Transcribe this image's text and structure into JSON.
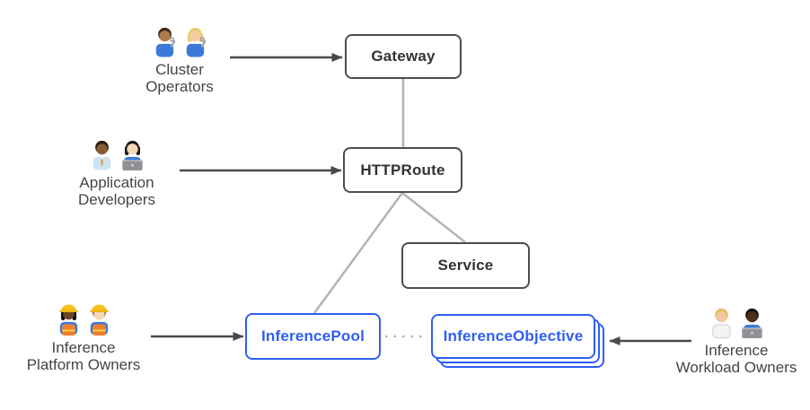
{
  "nodes": {
    "gateway": {
      "label": "Gateway"
    },
    "httproute": {
      "label": "HTTPRoute"
    },
    "service": {
      "label": "Service"
    },
    "inference_pool": {
      "label": "InferencePool"
    },
    "inference_objective": {
      "label": "InferenceObjective",
      "stacked_copies": 3
    }
  },
  "actors": {
    "cluster_operators": {
      "lines": [
        "Cluster",
        "Operators"
      ],
      "people": [
        {
          "name": "man-mechanic-emoji",
          "emoji": "👨🏽‍🔧",
          "type": "mechanic",
          "skin": "#b07a4e",
          "hair": "#3e2a1a",
          "shirt": "#3b7ad9",
          "longHair": false
        },
        {
          "name": "woman-mechanic-emoji",
          "emoji": "👩🏼‍🔧",
          "type": "mechanic",
          "skin": "#f3cda4",
          "hair": "#e9c96f",
          "shirt": "#3b7ad9",
          "longHair": true
        }
      ]
    },
    "application_developers": {
      "lines": [
        "Application",
        "Developers"
      ],
      "people": [
        {
          "name": "man-office-worker-emoji",
          "emoji": "👨🏾‍💼",
          "type": "office",
          "skin": "#8a5a34",
          "hair": "#241a12",
          "shirt": "#cfe2f5",
          "longHair": false
        },
        {
          "name": "woman-technologist-emoji",
          "emoji": "👩🏻‍💻",
          "type": "laptop",
          "skin": "#f6d7b8",
          "hair": "#1f1b1d",
          "shirt": "#3b7ad9",
          "longHair": true
        }
      ]
    },
    "inference_platform_owners": {
      "lines": [
        "Inference",
        "Platform Owners"
      ],
      "people": [
        {
          "name": "woman-construction-worker-emoji",
          "emoji": "👷🏾‍♀️",
          "type": "construction",
          "skin": "#6e4526",
          "hair": "#16100c",
          "shirt": "#3b7ad9",
          "longHair": true
        },
        {
          "name": "man-construction-worker-emoji",
          "emoji": "👷🏻",
          "type": "construction",
          "skin": "#f6d7b8",
          "hair": "#6b4a2b",
          "shirt": "#3b7ad9",
          "longHair": false
        }
      ]
    },
    "inference_workload_owners": {
      "lines": [
        "Inference",
        "Workload Owners"
      ],
      "people": [
        {
          "name": "health-worker-emoji",
          "emoji": "🧑🏼‍⚕️",
          "type": "health",
          "skin": "#f0c9a2",
          "hair": "#e3bf63",
          "shirt": "#f3f3f1",
          "longHair": false
        },
        {
          "name": "man-technologist-emoji",
          "emoji": "👨🏿‍💻",
          "type": "laptop",
          "skin": "#4e2f1a",
          "hair": "#12100f",
          "shirt": "#3b7ad9",
          "longHair": false
        }
      ]
    }
  },
  "edges": [
    {
      "from": "cluster_operators",
      "to": "gateway",
      "style": "arrow"
    },
    {
      "from": "application_developers",
      "to": "httproute",
      "style": "arrow"
    },
    {
      "from": "inference_platform_owners",
      "to": "inference_pool",
      "style": "arrow"
    },
    {
      "from": "inference_workload_owners",
      "to": "inference_objective",
      "style": "arrow"
    },
    {
      "from": "gateway",
      "to": "httproute",
      "style": "line"
    },
    {
      "from": "httproute",
      "to": "service",
      "style": "line"
    },
    {
      "from": "httproute",
      "to": "inference_pool",
      "style": "line"
    },
    {
      "from": "inference_pool",
      "to": "inference_objective",
      "style": "dotted"
    }
  ],
  "colors": {
    "node_border_gray": "#4d4d4d",
    "node_text_gray": "#333333",
    "accent_blue": "#2f5ff2",
    "connector_gray": "#b4b4b4",
    "arrow_dark": "#4a4a4a",
    "background": "#ffffff"
  }
}
